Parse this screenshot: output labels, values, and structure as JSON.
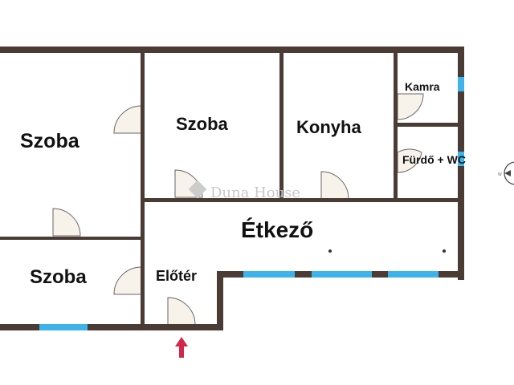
{
  "rooms": {
    "szoba_left_large": "Szoba",
    "szoba_middle": "Szoba",
    "konyha": "Konyha",
    "kamra": "Kamra",
    "furdo_wc": "Fürdő + WC",
    "etkezo": "Étkező",
    "szoba_left_small": "Szoba",
    "eloter": "Előtér"
  },
  "watermark": "Duna House",
  "compass": {
    "label": "W"
  },
  "colors": {
    "wall": "#4a3b34",
    "window": "#3db3ec",
    "door_fill": "#f8f3ea",
    "entrance_arrow": "#d2264a"
  }
}
